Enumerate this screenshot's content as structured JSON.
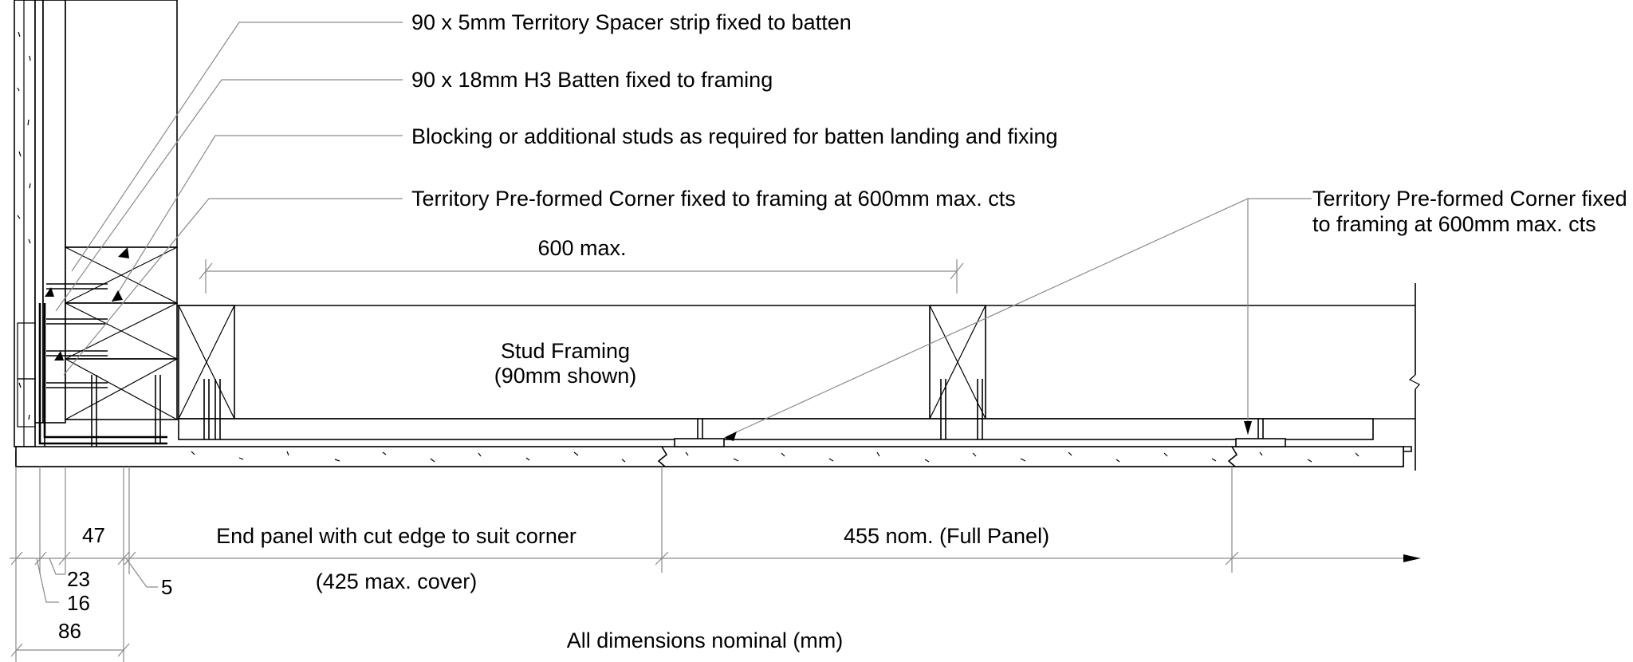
{
  "callouts": {
    "spacer_strip": "90 x 5mm Territory Spacer strip fixed to batten",
    "batten": "90 x 18mm H3 Batten fixed to framing",
    "blocking": "Blocking or additional studs as required for batten landing and fixing",
    "corner_left": "Territory Pre-formed Corner fixed to framing at 600mm max. cts",
    "corner_right_line1": "Territory Pre-formed Corner fixed",
    "corner_right_line2": "to framing at 600mm max. cts"
  },
  "labels": {
    "stud_span": "600 max.",
    "stud_framing_line1": "Stud Framing",
    "stud_framing_line2": "(90mm shown)",
    "end_panel": "End panel with cut edge to suit corner",
    "end_panel_cover": "(425 max. cover)",
    "full_panel": "455 nom. (Full Panel)",
    "note": "All dimensions nominal (mm)"
  },
  "dimensions": {
    "d47": "47",
    "d23": "23",
    "d16": "16",
    "d5": "5",
    "d86": "86"
  }
}
